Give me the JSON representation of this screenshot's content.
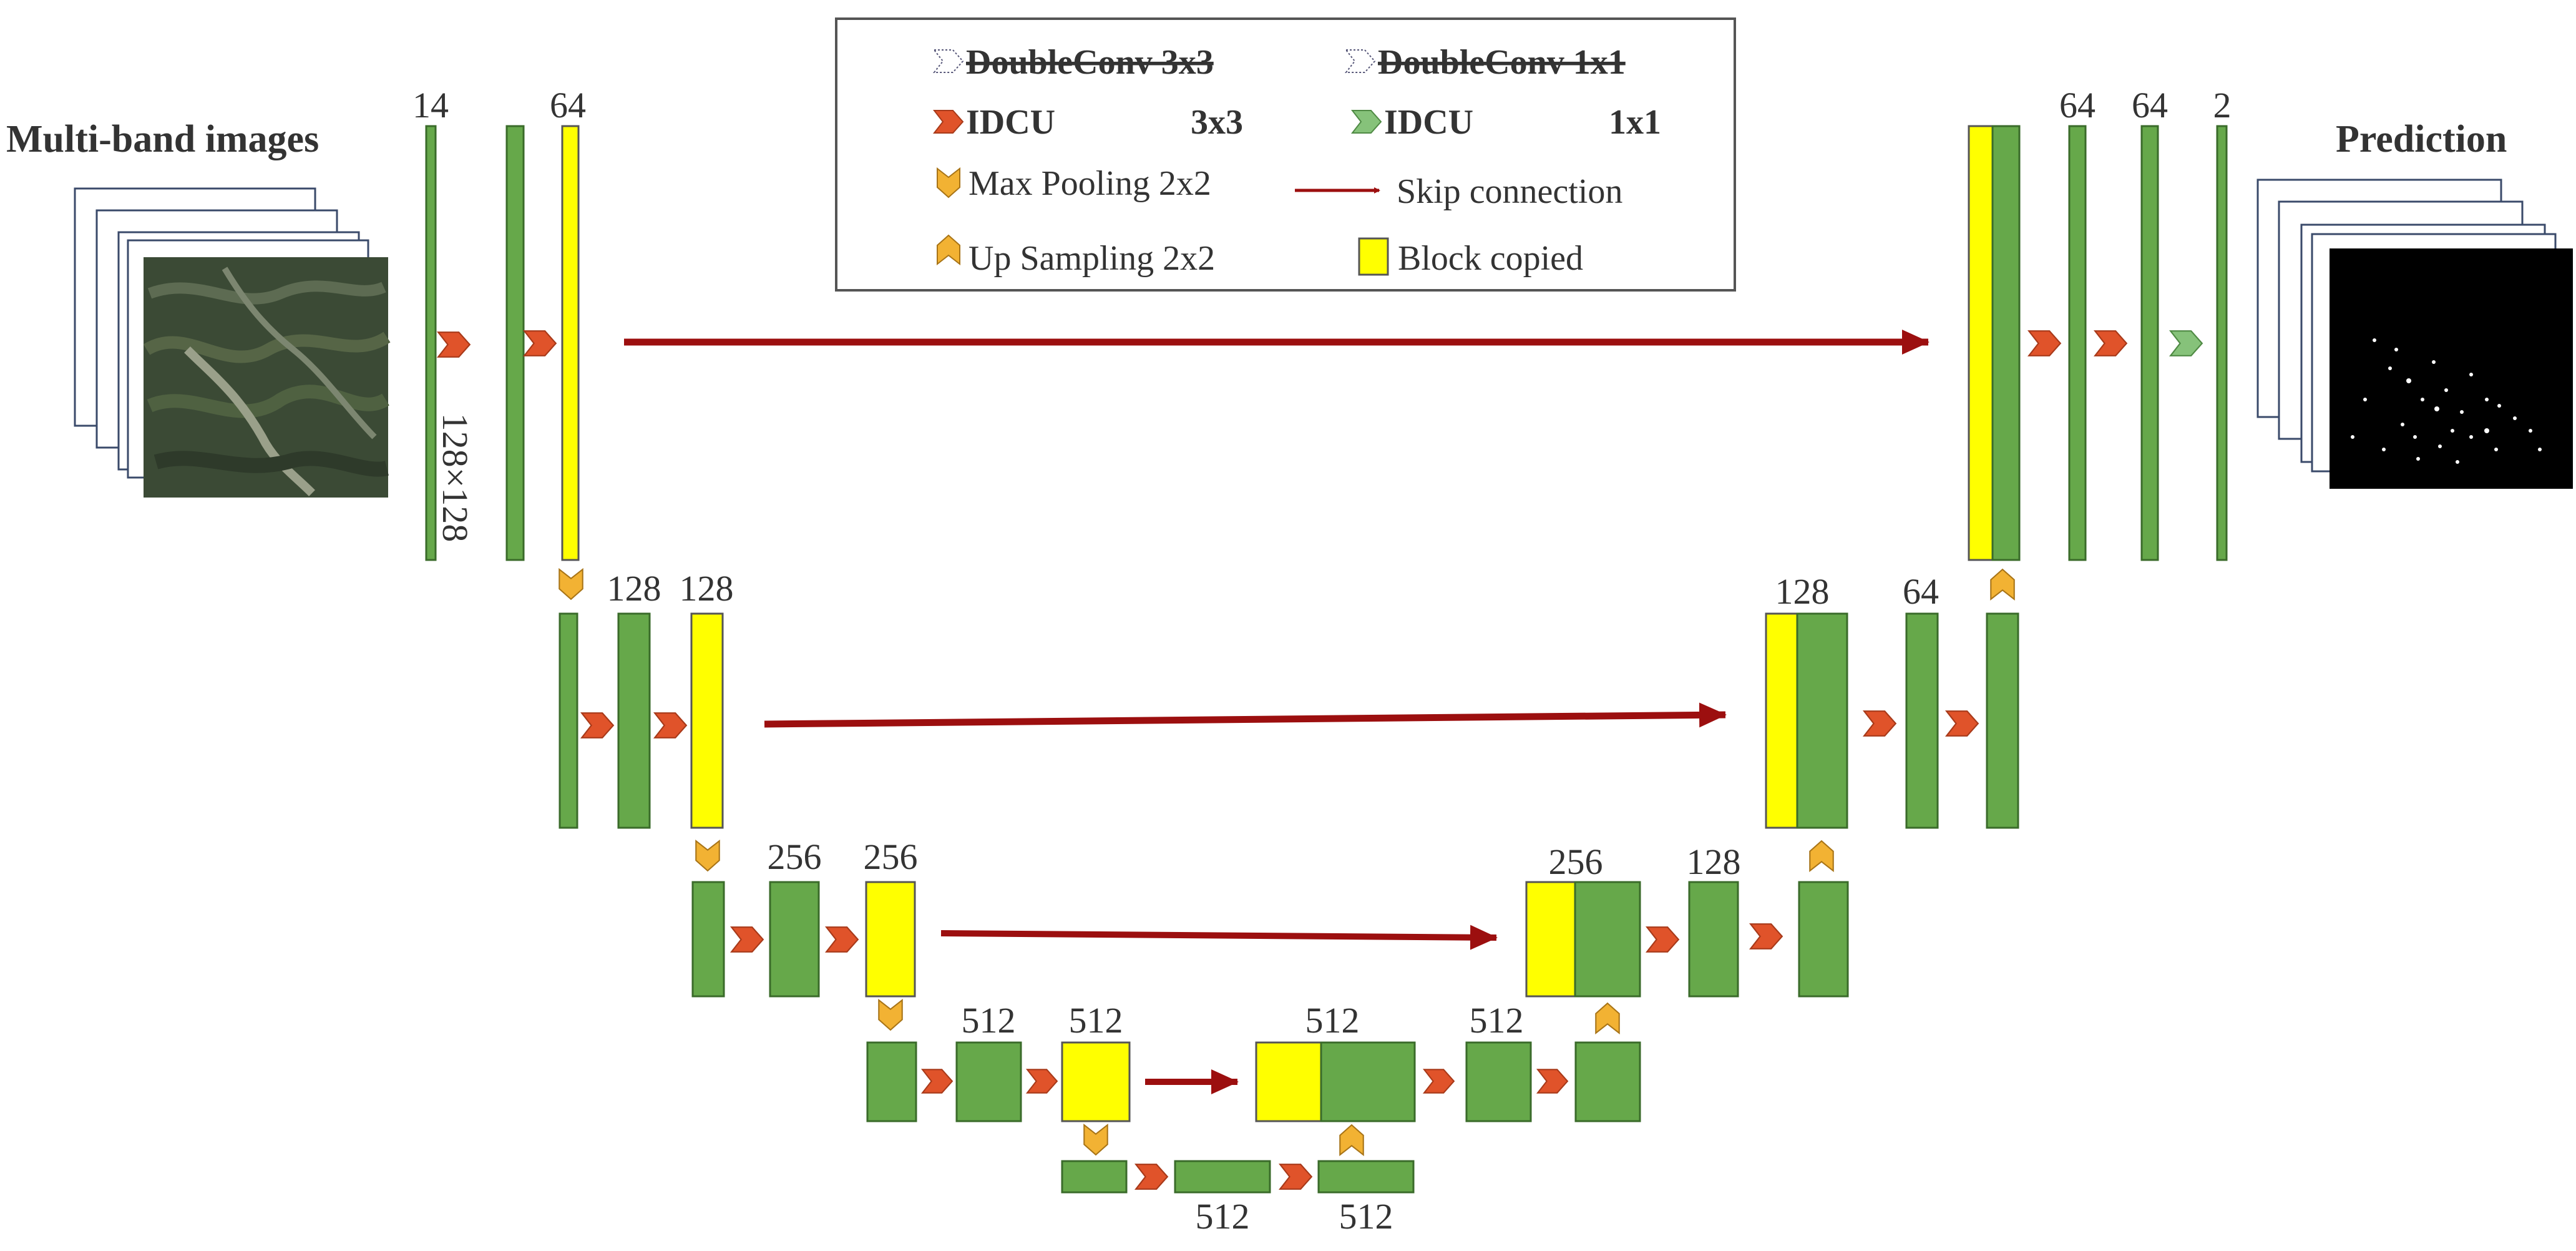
{
  "titles": {
    "input": "Multi-band images",
    "output": "Prediction",
    "input_size": "128×128"
  },
  "legend": {
    "double_conv_3": "DoubleConv 3x3",
    "double_conv_1": "DoubleConv  1x1",
    "idcu_3_name": "IDCU",
    "idcu_3_size": "3x3",
    "idcu_1_name": "IDCU",
    "idcu_1_size": "1x1",
    "max_pool": "Max Pooling 2x2",
    "up_sample": "Up Sampling 2x2",
    "skip": "Skip connection",
    "copied": "Block copied"
  },
  "channels": {
    "enc1_in": "14",
    "enc1_out": "64",
    "enc2_a": "128",
    "enc2_b": "128",
    "enc3_a": "256",
    "enc3_b": "256",
    "enc4_a": "512",
    "enc4_b": "512",
    "bott_a": "512",
    "bott_b": "512",
    "dec4_cat": "512",
    "dec4_out": "512",
    "dec3_cat": "256",
    "dec3_out": "128",
    "dec2_cat": "128",
    "dec2_out": "64",
    "dec1_a": "64",
    "dec1_b": "64",
    "out": "2"
  },
  "colors": {
    "block_green": "#66a84a",
    "block_yellow": "#ffff00",
    "idcu_arrow": "#e0532a",
    "idcu_1x1_arrow": "#86c27a",
    "pool_arrow": "#f2b233",
    "skip_arrow": "#9c0f0f"
  }
}
